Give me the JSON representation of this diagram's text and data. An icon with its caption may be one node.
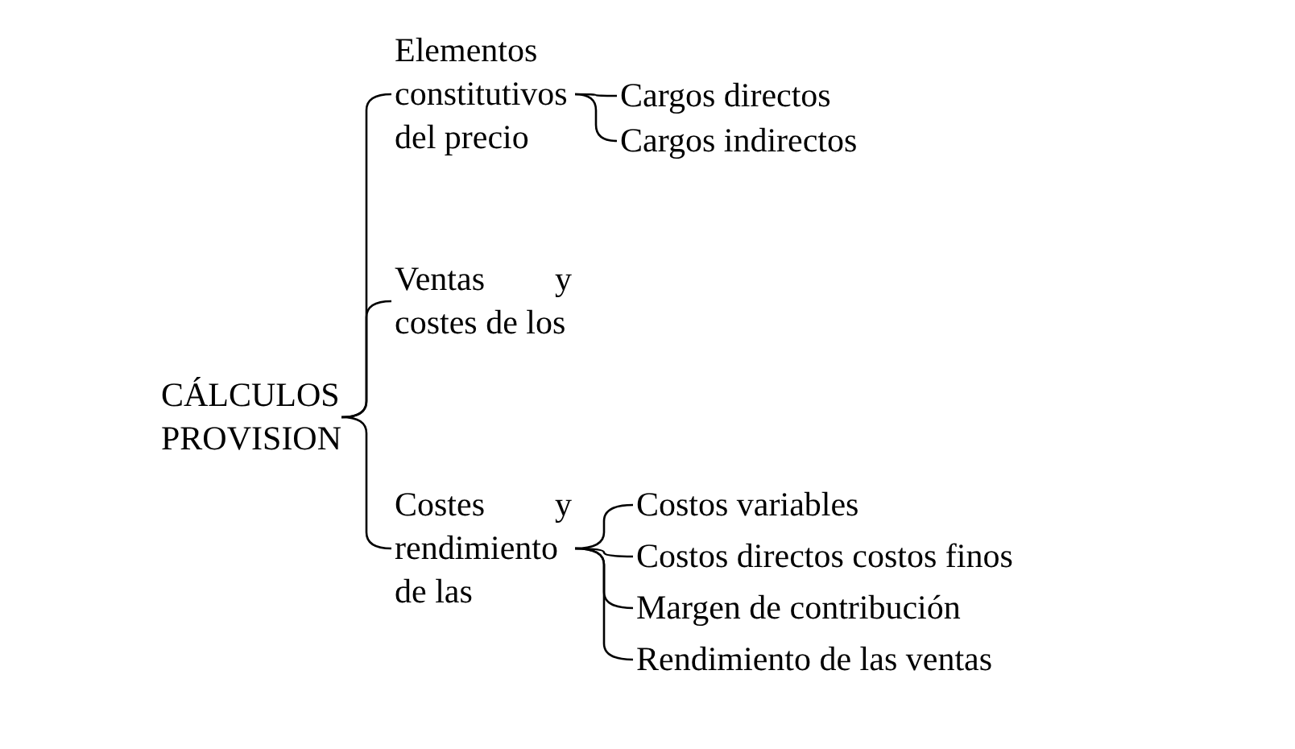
{
  "diagram": {
    "nodes": [
      {
        "text": [
          "CÁLCULOS PROVISION"
        ]
      },
      {
        "text": [
          "Elementos constitutivos del precio"
        ]
      },
      {
        "text": [
          "Cargos directos"
        ]
      },
      {
        "text": [
          "Cargos indirectos"
        ]
      },
      {
        "text": [
          "Ventas y costes de los"
        ]
      },
      {
        "text": [
          "Costes y rendimiento de las"
        ]
      },
      {
        "text": [
          "Costos variables"
        ]
      },
      {
        "text": [
          "Costos directos costos finos"
        ]
      },
      {
        "text": [
          "Margen de contribución"
        ]
      },
      {
        "text": [
          "Rendimiento de las ventas"
        ]
      }
    ],
    "edges": [
      {
        "from": 0,
        "to": 1,
        "arrow": "none"
      },
      {
        "from": 0,
        "to": 4,
        "arrow": "none"
      },
      {
        "from": 0,
        "to": 5,
        "arrow": "none"
      },
      {
        "from": 1,
        "to": 2,
        "arrow": "none"
      },
      {
        "from": 1,
        "to": 3,
        "arrow": "none"
      },
      {
        "from": 5,
        "to": 6,
        "arrow": "none"
      },
      {
        "from": 5,
        "to": 7,
        "arrow": "none"
      },
      {
        "from": 5,
        "to": 8,
        "arrow": "none"
      },
      {
        "from": 5,
        "to": 9,
        "arrow": "none"
      }
    ]
  }
}
